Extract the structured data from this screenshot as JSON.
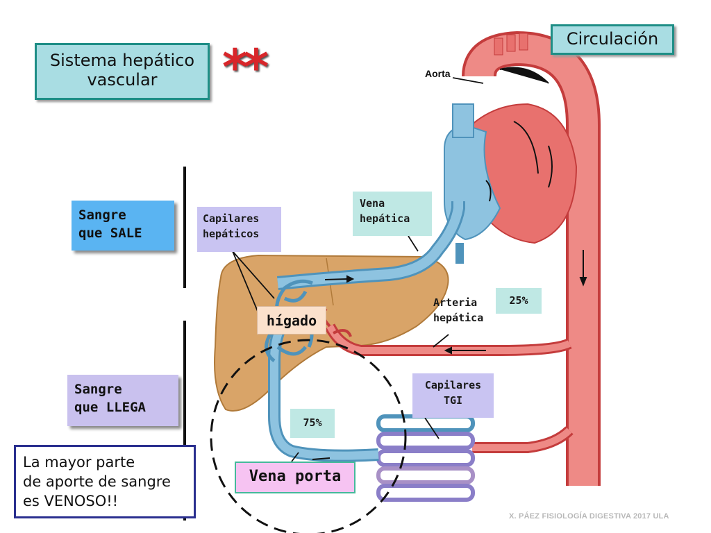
{
  "title": {
    "line1": "Sistema hepático",
    "line2": "vascular"
  },
  "circulacion": "Circulación",
  "stars": "**",
  "sangre_sale": {
    "line1": "Sangre",
    "line2": "que SALE"
  },
  "sangre_llega": {
    "line1": "Sangre",
    "line2": "que LLEGA"
  },
  "note": {
    "line1": "La mayor parte",
    "line2": "de aporte de sangre",
    "line3": "es VENOSO!!"
  },
  "labels": {
    "aorta": "Aorta",
    "capilares_hepaticos": {
      "line1": "Capilares",
      "line2": "hepáticos"
    },
    "vena_hepatica": {
      "line1": "Vena",
      "line2": "hepática"
    },
    "arteria_hepatica": {
      "line1": "Arteria",
      "line2": "hepática"
    },
    "capilares_tgi": {
      "line1": "Capilares",
      "line2": "TGI"
    },
    "higado": "hígado",
    "vena_porta": "Vena porta"
  },
  "percentages": {
    "arterial": "25%",
    "portal": "75%"
  },
  "footer": "X. PÁEZ   FISIOLOGÍA DIGESTIVA 2017 ULA",
  "colors": {
    "artery": "#e8716e",
    "artery_dark": "#c43c3c",
    "vein": "#8ec3e0",
    "vein_dark": "#4f93bb",
    "liver": "#d9a468",
    "title_fill": "#a9dde3",
    "title_border": "#1e8e86",
    "stars": "#d8262a"
  }
}
